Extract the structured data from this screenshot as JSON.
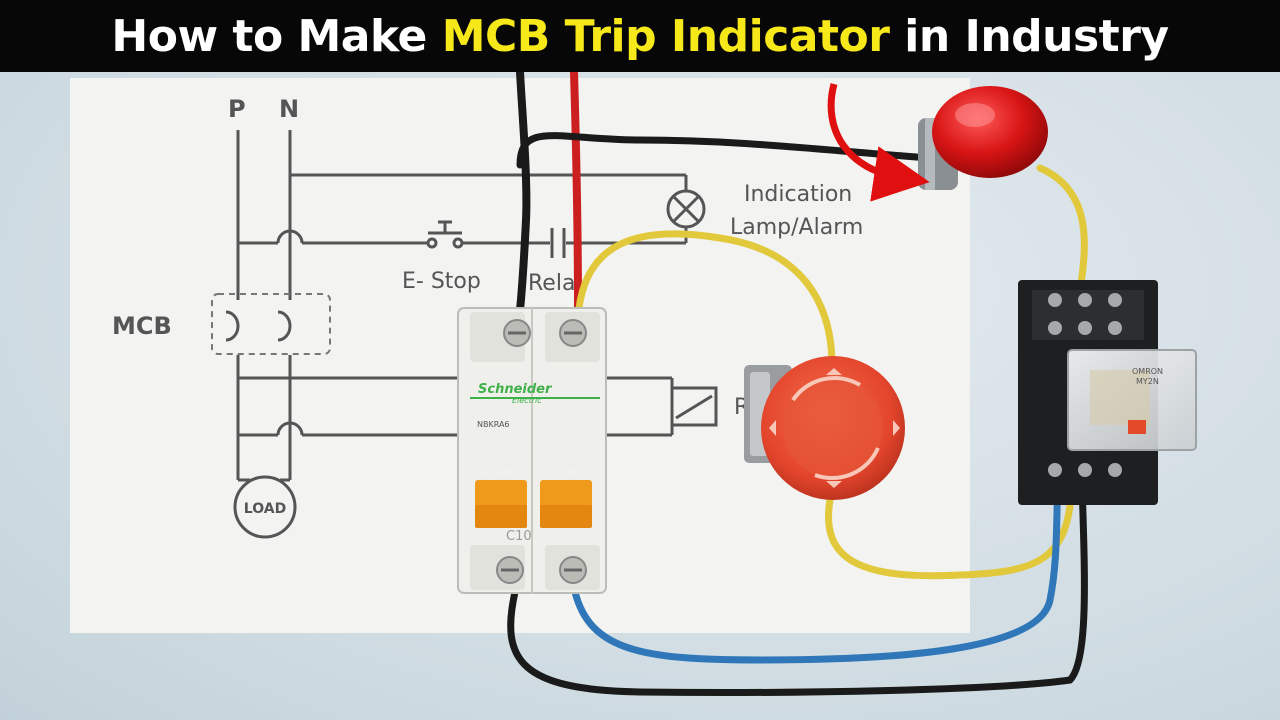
{
  "title": {
    "part1": "How to Make ",
    "highlight": "MCB Trip Indicator",
    "part2": " in Industry",
    "text_color": "#ffffff",
    "highlight_color": "#f7e81a",
    "bar_color": "#070707"
  },
  "schematic": {
    "phase_label": "P",
    "neutral_label": "N",
    "mcb_label": "MCB",
    "load_label": "LOAD",
    "estop_label": "E- Stop",
    "relay_label_partial": "Rela",
    "relay_coil_label_partial": "R",
    "lamp_label_line1": "Indication",
    "lamp_label_line2": "Lamp/Alarm"
  },
  "breaker": {
    "brand_line1": "Schneider",
    "brand_line2": "Electric",
    "model": "NBKRA6",
    "toggle_left": "O - OFF",
    "toggle_right": "O - OFF",
    "rating": "C10"
  },
  "relay": {
    "label_line1": "OMRON",
    "label_line2": "MY2N"
  },
  "colors": {
    "paper": "#f3f3f1",
    "lamp_red": "#d81414",
    "estop_red": "#e8482f",
    "breaker_toggle": "#f09a1c",
    "wire_yellow": "#e2c93c",
    "wire_blue": "#2f77b9",
    "wire_black": "#1a1a1a",
    "wire_red": "#cc1f1f",
    "schematic_line": "#555555"
  },
  "icons": [
    "arrow-icon",
    "lamp-symbol-icon",
    "push-button-symbol-icon",
    "relay-contact-symbol-icon",
    "relay-coil-symbol-icon"
  ]
}
